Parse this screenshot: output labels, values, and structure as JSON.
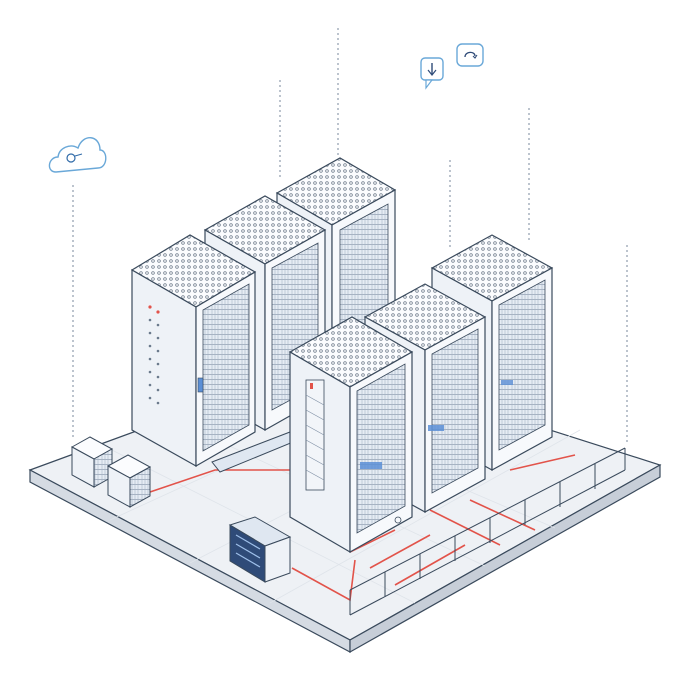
{
  "scene": {
    "subject": "isometric-server-room",
    "colors": {
      "background": "#ffffff",
      "outline": "#3a4a5c",
      "rack_side": "#eef2f7",
      "rack_front": "#f7f9fc",
      "rack_top": "#fbfcfe",
      "panel": "#dfe7f1",
      "accent_blue": "#5b8fd6",
      "dark_blue": "#2f4b78",
      "cable_red": "#e2534a",
      "floor": "#eef1f5",
      "floor_edge": "#d5dbe3",
      "cloud_stroke": "#6aa8d8"
    },
    "icons": [
      "cloud-icon",
      "download-icon",
      "chat-refresh-icon"
    ],
    "rack_count": 6,
    "storage_units": 2,
    "switch_units": 1
  }
}
